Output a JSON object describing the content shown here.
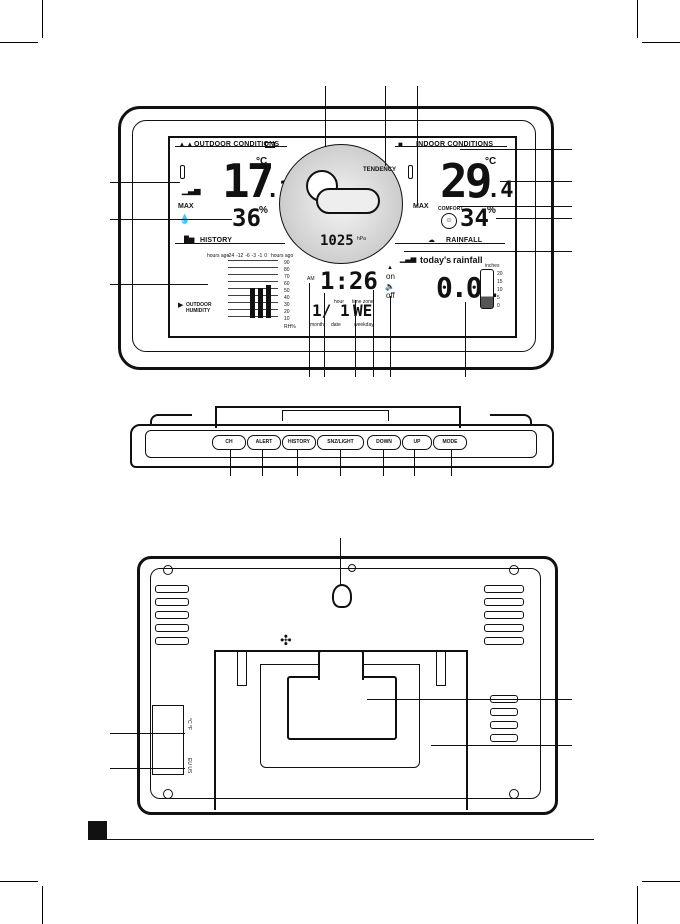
{
  "front": {
    "outdoor_title": "OUTDOOR CONDITIONS",
    "outdoor_temp": "17",
    "outdoor_temp_dec": ".3",
    "outdoor_temp_unit": "°C",
    "outdoor_max_label": "MAX",
    "outdoor_humidity": "36",
    "outdoor_humidity_unit": "%",
    "indoor_title": "INDOOR CONDITIONS",
    "indoor_temp": "29",
    "indoor_temp_dec": ".4",
    "indoor_temp_unit": "°C",
    "indoor_max_label": "MAX",
    "indoor_humidity": "34",
    "indoor_humidity_unit": "%",
    "comfort_label": "COMFORT",
    "tendency_label": "TENDENCY",
    "pressure": "1025",
    "pressure_unit": "hPa",
    "history_title": "HISTORY",
    "history_header_left": "hours ago",
    "history_hours": [
      "-24",
      "-12",
      "-6",
      "-3",
      "-1",
      "0"
    ],
    "history_header_right": "hours ago",
    "history_scale": [
      "90",
      "80",
      "70",
      "60",
      "50",
      "40",
      "30",
      "20",
      "10"
    ],
    "history_scale_unit": "RH%",
    "history_series_label_1": "OUTDOOR",
    "history_series_label_2": "HUMIDITY",
    "time_ampm": "AM",
    "time": "1:26",
    "date_month": "1/",
    "date_day": "1",
    "weekday": "WE",
    "label_month": "month",
    "label_date": "date",
    "label_weekday": "weekday",
    "label_time_zone": "time zone",
    "label_hour": "hour",
    "alert_on": "on",
    "alert_off": "off",
    "rainfall_title": "RAINFALL",
    "today_label": "today's",
    "rainfall_label": "rainfall",
    "rain_value": "0.01",
    "rain_unit": "inches",
    "rain_scale": [
      "20",
      "15",
      "10",
      "5",
      "0"
    ]
  },
  "buttons": [
    "CH",
    "ALERT",
    "HISTORY",
    "SNZ/LIGHT",
    "DOWN",
    "UP",
    "MODE"
  ],
  "back": {
    "switch_labels": [
      "°C",
      "°F"
    ],
    "switch_labels_2": [
      "EU",
      "US"
    ]
  }
}
